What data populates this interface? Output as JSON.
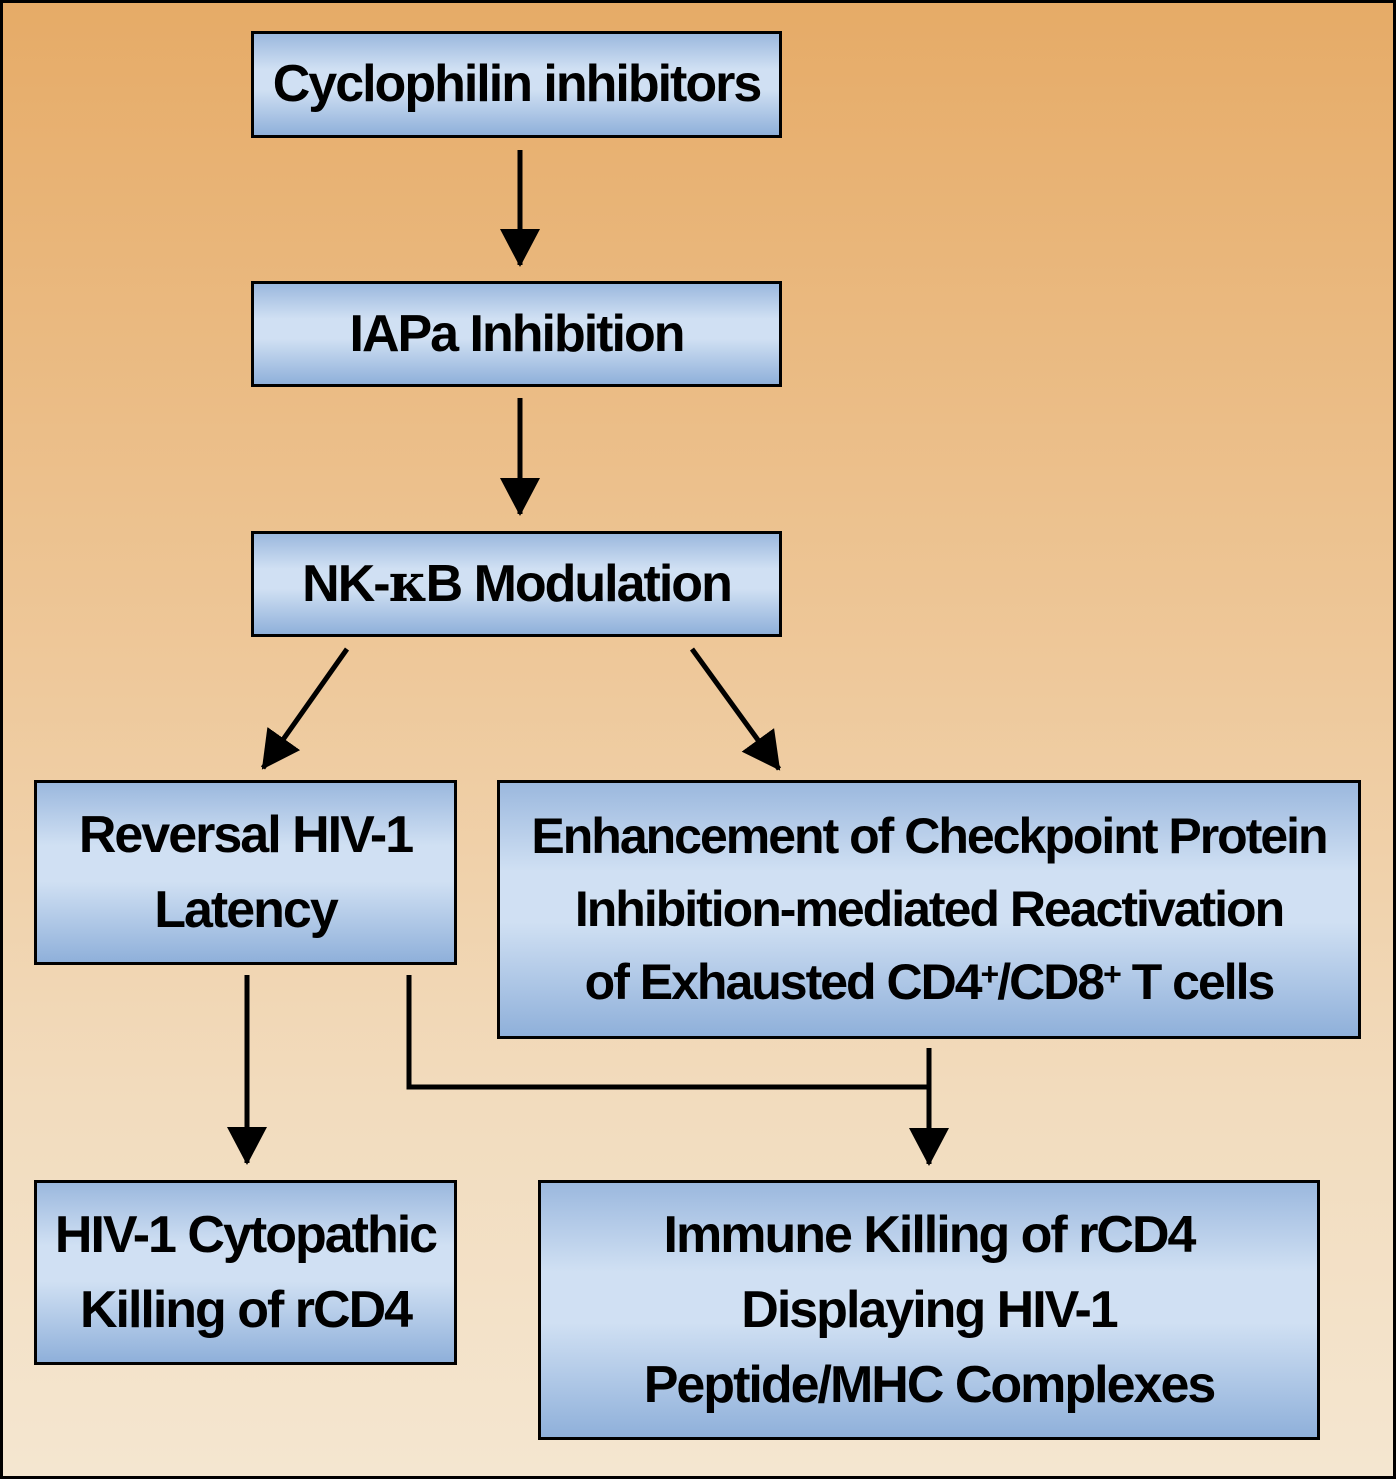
{
  "nodes": {
    "cyclophilin": "Cyclophilin inhibitors",
    "iapa": "IAPa Inhibition",
    "nfkb": {
      "prefix": "NK-",
      "kappa": "κ",
      "suffix": "B Modulation"
    },
    "reversal": [
      "Reversal HIV-1",
      "Latency"
    ],
    "enhancement": {
      "line1": "Enhancement of Checkpoint Protein",
      "line2": "Inhibition-mediated Reactivation",
      "line3_a": "of Exhausted CD4",
      "sup1": "+",
      "line3_b": "/CD8",
      "sup2": "+",
      "line3_c": " T cells"
    },
    "cytopathic": [
      "HIV-1 Cytopathic",
      "Killing of rCD4"
    ],
    "immune": [
      "Immune Killing of rCD4",
      "Displaying HIV-1",
      "Peptide/MHC Complexes"
    ]
  },
  "colors": {
    "background_top": "#e6ab67",
    "background_bottom": "#f4e6d0",
    "box_fill": "#d0e0f3",
    "box_edge": "#8fb0da",
    "line": "#000000"
  }
}
